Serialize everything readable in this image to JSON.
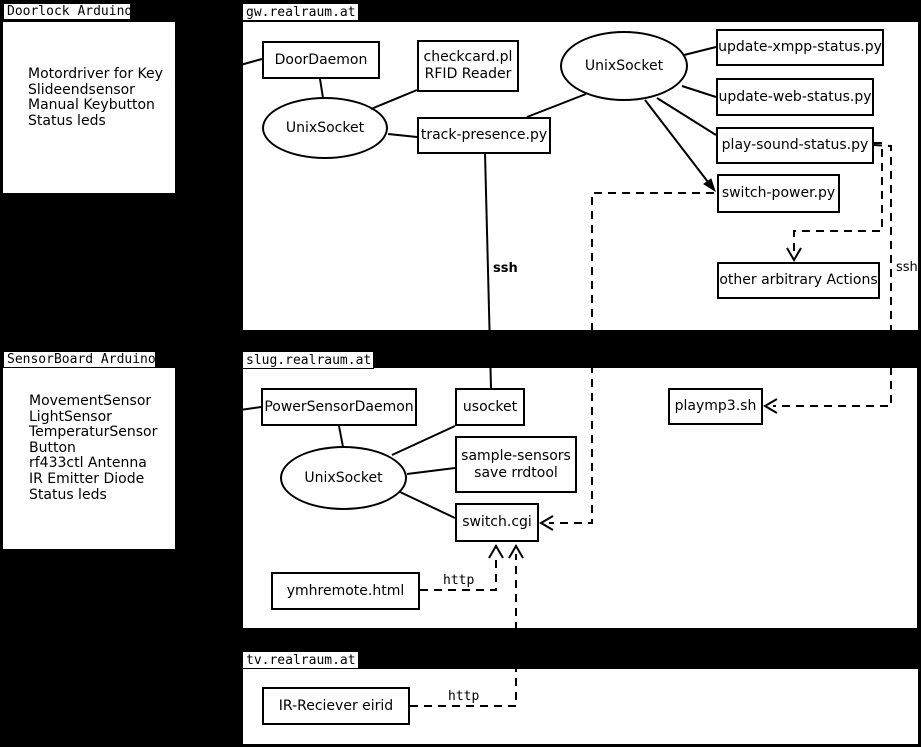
{
  "colors": {
    "background": "#000000",
    "box_fill": "#ffffff",
    "stroke": "#000000"
  },
  "panels": {
    "doorlock": {
      "title": "Doorlock Arduino",
      "lines": [
        "Motordriver for Key",
        "Slideendsensor",
        "Manual Keybutton",
        "Status leds"
      ]
    },
    "sensorboard": {
      "title": "SensorBoard Arduino",
      "lines": [
        "MovementSensor",
        "LightSensor",
        "TemperaturSensor",
        "Button",
        "rf433ctl Antenna",
        "IR Emitter Diode",
        "Status leds"
      ]
    }
  },
  "clusters": {
    "gw": {
      "title": "gw.realraum.at"
    },
    "slug": {
      "title": "slug.realraum.at"
    },
    "tv": {
      "title": "tv.realraum.at"
    }
  },
  "nodes": {
    "doordaemon": "DoorDaemon",
    "checkcard_line1": "checkcard.pl",
    "checkcard_line2": "RFID Reader",
    "unixsocket_gw_left": "UnixSocket",
    "track_presence": "track-presence.py",
    "unixsocket_gw_right": "UnixSocket",
    "update_xmpp": "update-xmpp-status.py",
    "update_web": "update-web-status.py",
    "play_sound": "play-sound-status.py",
    "switch_power": "switch-power.py",
    "other_actions": "other arbitrary Actions",
    "power_sensor_daemon": "PowerSensorDaemon",
    "usocket": "usocket",
    "unixsocket_slug": "UnixSocket",
    "sample_sensors_line1": "sample-sensors",
    "sample_sensors_line2": "save rrdtool",
    "switch_cgi": "switch.cgi",
    "playmp3": "playmp3.sh",
    "ymhremote": "ymhremote.html",
    "ir_reciever": "IR-Reciever eirid"
  },
  "edge_labels": {
    "ssh_main": "ssh",
    "ssh_right": "ssh",
    "http_ymh": "http",
    "http_ir": "http"
  }
}
